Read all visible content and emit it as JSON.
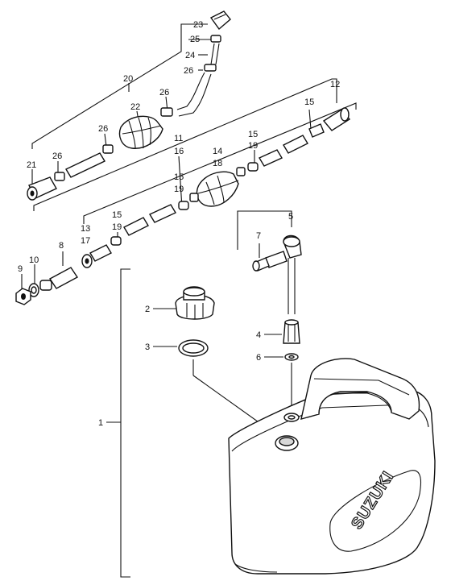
{
  "brand_text": "SUZUKI",
  "labels": {
    "l1": "1",
    "l2": "2",
    "l3": "3",
    "l4": "4",
    "l5": "5",
    "l6": "6",
    "l7": "7",
    "l8": "8",
    "l9": "9",
    "l10": "10",
    "l11": "11",
    "l12": "12",
    "l13": "13",
    "l14": "14",
    "l15a": "15",
    "l15b": "15",
    "l15c": "15",
    "l15d": "15",
    "l16": "16",
    "l17": "17",
    "l18": "18",
    "l19a": "19",
    "l19b": "19",
    "l19c": "19",
    "l20": "20",
    "l21": "21",
    "l22": "22",
    "l23": "23",
    "l24": "24",
    "l25": "25",
    "l26a": "26",
    "l26b": "26",
    "l26c": "26",
    "l26d": "26"
  }
}
